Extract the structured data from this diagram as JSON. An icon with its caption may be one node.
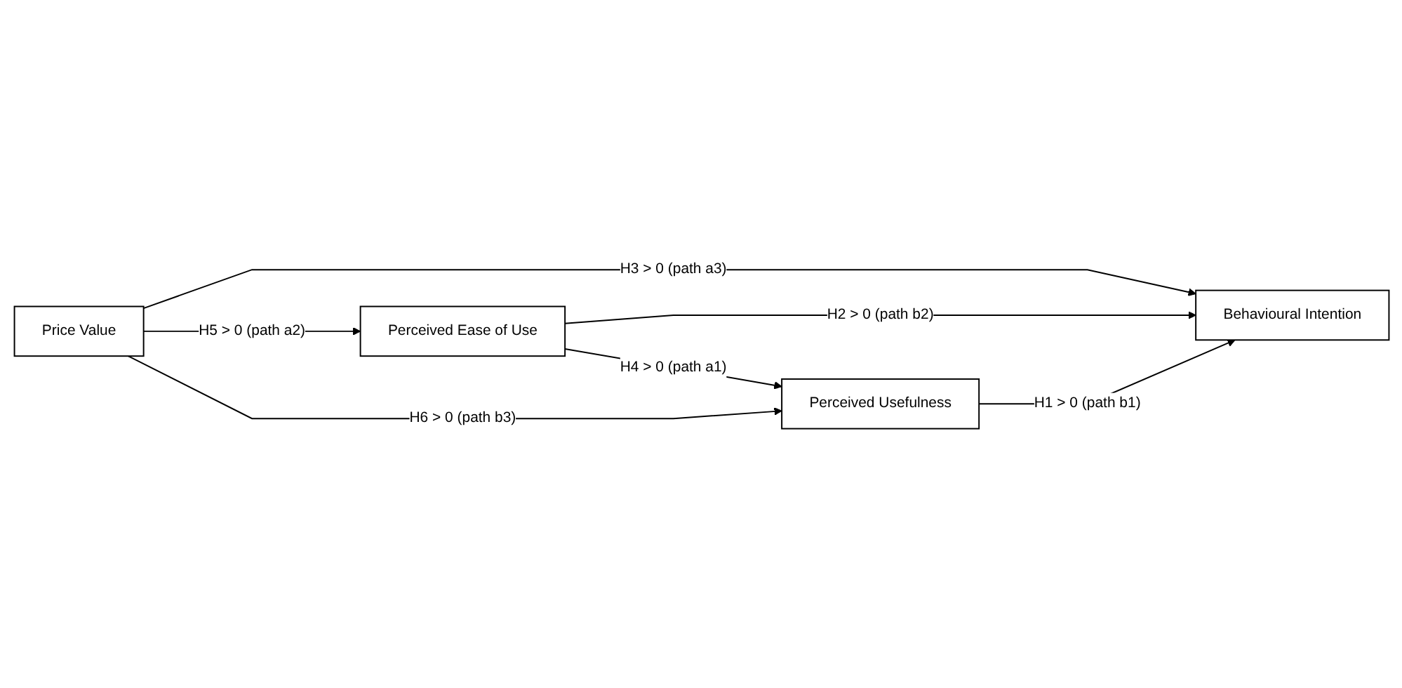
{
  "diagram": {
    "nodes": [
      {
        "text": [
          "Perceived Usefulness"
        ]
      },
      {
        "text": [
          "Perceived Ease of Use"
        ]
      },
      {
        "text": [
          "Behavioural Intention"
        ]
      },
      {
        "text": [
          "Price Value"
        ]
      }
    ],
    "edges": [
      {
        "from": 0,
        "to": 2,
        "arrow": "to",
        "label": "H1 > 0 (path b1)"
      },
      {
        "from": 1,
        "to": 2,
        "arrow": "to",
        "label": "H2 > 0 (path b2)"
      },
      {
        "from": 3,
        "to": 2,
        "arrow": "to",
        "label": "H3 > 0 (path a3)"
      },
      {
        "from": 1,
        "to": 0,
        "arrow": "to",
        "label": "H4 > 0 (path a1)"
      },
      {
        "from": 3,
        "to": 1,
        "arrow": "to",
        "label": "H5 > 0 (path a2)"
      },
      {
        "from": 3,
        "to": 0,
        "arrow": "to",
        "label": "H6 > 0 (path b3)"
      }
    ]
  }
}
